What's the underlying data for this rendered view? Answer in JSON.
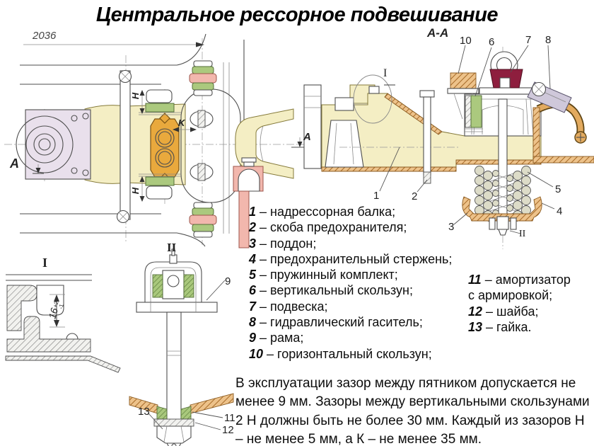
{
  "title": "Центральное рессорное подвешивание",
  "labels": {
    "dim_length": "2036",
    "section_cut_left": "A",
    "section_cut_right": "A",
    "section_view": "A-A",
    "gap_h_top": "H",
    "gap_h_bottom": "H",
    "gap_k": "K",
    "detail_i_marker": "I",
    "detail_i_view": "I",
    "detail_ii_marker": "II",
    "detail_ii_view": "II",
    "dim_16": "16",
    "dim_16_upper": "+2",
    "dim_16_lower": "-1"
  },
  "callouts": {
    "n1": "1",
    "n2": "2",
    "n3": "3",
    "n4": "4",
    "n5": "5",
    "n6": "6",
    "n7": "7",
    "n8": "8",
    "n9": "9",
    "n10": "10",
    "n11": "11",
    "n12": "12",
    "n13": "13"
  },
  "legend_main": [
    {
      "num": "1",
      "text": "– надрессорная балка;"
    },
    {
      "num": "2",
      "text": "– скоба предохранителя;"
    },
    {
      "num": "3",
      "text": "– поддон;"
    },
    {
      "num": "4",
      "text": "– предохранительный стержень;"
    },
    {
      "num": "5",
      "text": "– пружинный комплект;"
    },
    {
      "num": "6",
      "text": "– вертикальный скользун;"
    },
    {
      "num": "7",
      "text": "– подвеска;"
    },
    {
      "num": "8",
      "text": "– гидравлический гаситель;"
    },
    {
      "num": "9",
      "text": "– рама;"
    },
    {
      "num": "10",
      "text": "– горизонтальный скользун;"
    }
  ],
  "legend_right": [
    {
      "num": "11",
      "text": "– амортизатор",
      "text2": "с армировкой;"
    },
    {
      "num": "12",
      "text": "– шайба;"
    },
    {
      "num": "13",
      "text": "– гайка."
    }
  ],
  "note_lines": [
    "В эксплуатации зазор между пятником допускается не",
    "менее 9 мм. Зазоры между вертикальными скользунами",
    "2 Н должны быть не более 30 мм. Каждый из зазоров Н",
    "– не менее 5 мм, а К – не менее 35 мм."
  ]
}
